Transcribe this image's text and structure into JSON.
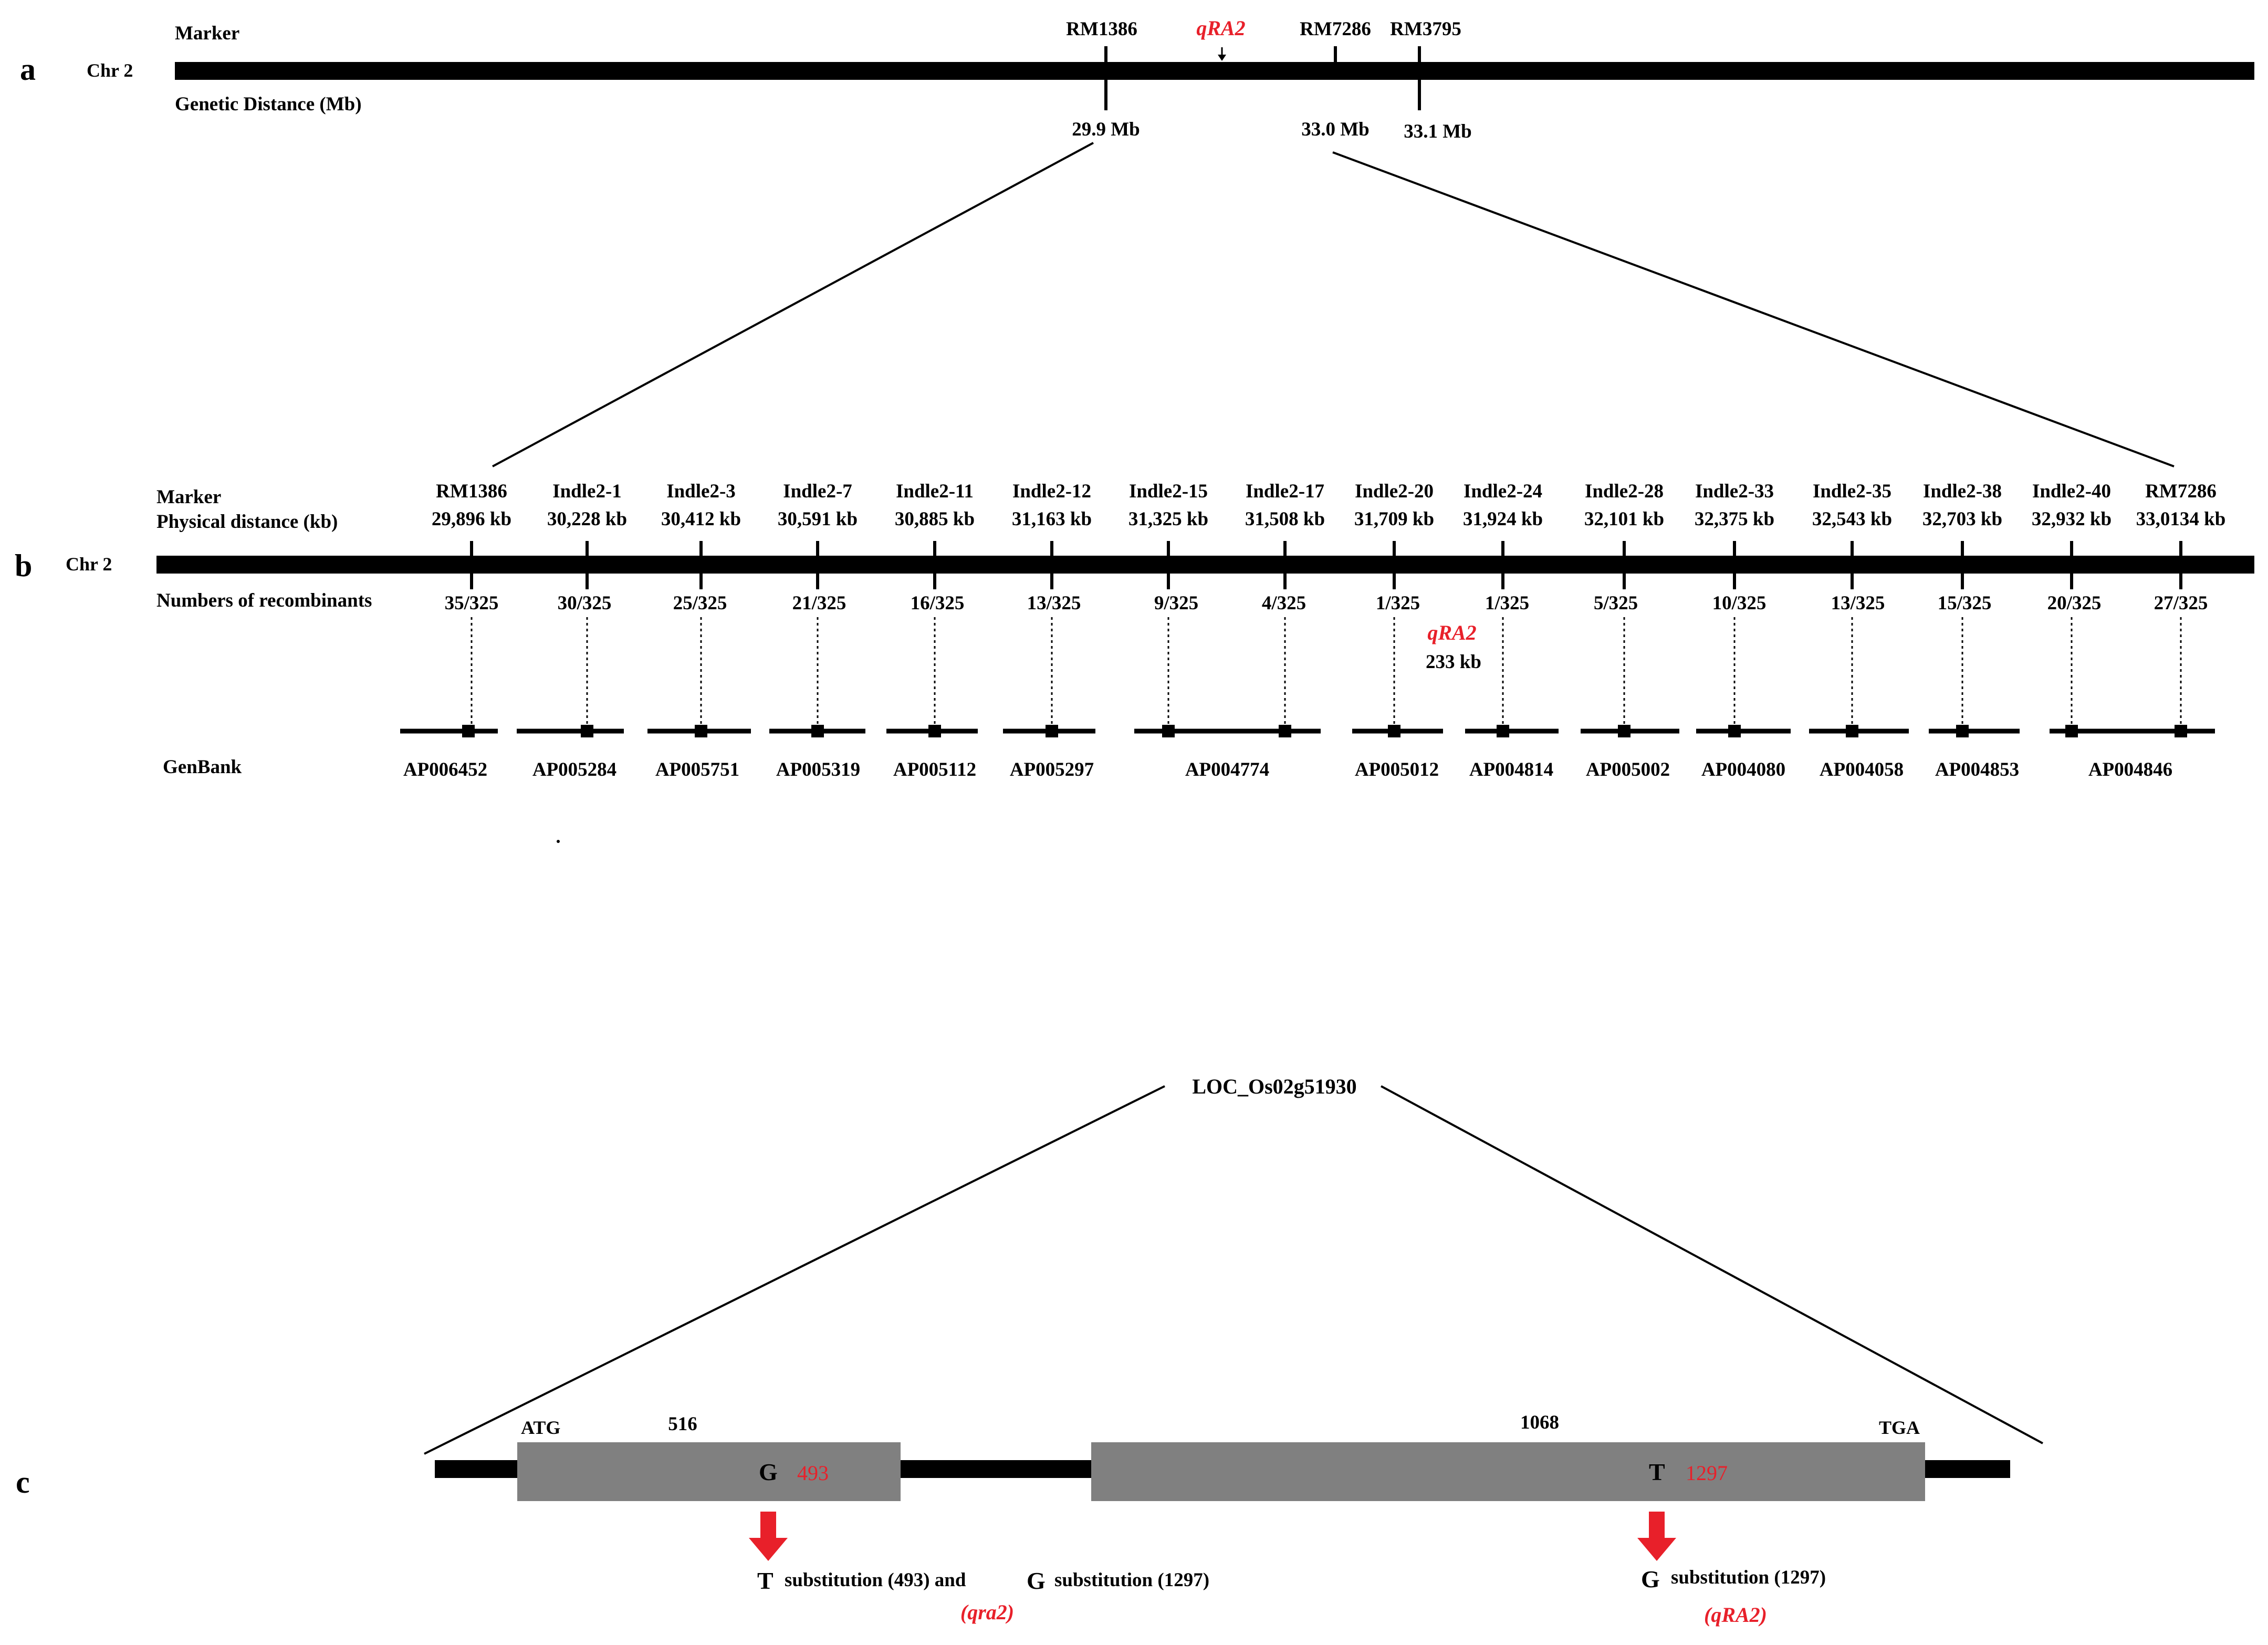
{
  "panel_a": {
    "letter": "a",
    "chr": "Chr 2",
    "marker_label": "Marker",
    "distance_label": "Genetic Distance  (Mb)",
    "markers": [
      {
        "name": "RM1386",
        "position": "29.9 Mb"
      },
      {
        "name": "RM7286",
        "position": "33.0 Mb"
      },
      {
        "name": "RM3795",
        "position": "33.1 Mb"
      }
    ],
    "qtl": "qRA2"
  },
  "panel_b": {
    "letter": "b",
    "chr": "Chr 2",
    "marker_label": "Marker",
    "distance_label": "Physical distance (kb)",
    "recombinant_label": "Numbers of recombinants",
    "genbank_label": "GenBank",
    "markers": [
      {
        "name": "RM1386",
        "distance": "29,896 kb",
        "recombinants": "35/325"
      },
      {
        "name": "Indle2-1",
        "distance": "30,228 kb",
        "recombinants": "30/325"
      },
      {
        "name": "Indle2-3",
        "distance": "30,412 kb",
        "recombinants": "25/325"
      },
      {
        "name": "Indle2-7",
        "distance": "30,591 kb",
        "recombinants": "21/325"
      },
      {
        "name": "Indle2-11",
        "distance": "30,885 kb",
        "recombinants": "16/325"
      },
      {
        "name": "Indle2-12",
        "distance": "31,163 kb",
        "recombinants": "13/325"
      },
      {
        "name": "Indle2-15",
        "distance": "31,325 kb",
        "recombinants": "9/325"
      },
      {
        "name": "Indle2-17",
        "distance": "31,508 kb",
        "recombinants": "4/325"
      },
      {
        "name": "Indle2-20",
        "distance": "31,709 kb",
        "recombinants": "1/325"
      },
      {
        "name": "Indle2-24",
        "distance": "31,924 kb",
        "recombinants": "1/325"
      },
      {
        "name": "Indle2-28",
        "distance": "32,101 kb",
        "recombinants": "5/325"
      },
      {
        "name": "Indle2-33",
        "distance": "32,375 kb",
        "recombinants": "10/325"
      },
      {
        "name": "Indle2-35",
        "distance": "32,543 kb",
        "recombinants": "13/325"
      },
      {
        "name": "Indle2-38",
        "distance": "32,703 kb",
        "recombinants": "15/325"
      },
      {
        "name": "Indle2-40",
        "distance": "32,932 kb",
        "recombinants": "20/325"
      },
      {
        "name": "RM7286",
        "distance": "33,0134 kb",
        "recombinants": "27/325"
      }
    ],
    "qtl": "qRA2",
    "qtl_size": "233 kb",
    "genbank": [
      "AP006452",
      "AP005284",
      "AP005751",
      "AP005319",
      "AP005112",
      "AP005297",
      "AP004774",
      "AP005012",
      "AP004814",
      "AP005002",
      "AP004080",
      "AP004058",
      "AP004853",
      "AP004846"
    ]
  },
  "panel_c": {
    "letter": "c",
    "gene": "LOC_Os02g51930",
    "start_codon": "ATG",
    "stop_codon": "TGA",
    "exon1_length": "516",
    "exon2_length": "1068",
    "snp1_base": "G",
    "snp1_pos": "493",
    "snp2_base": "T",
    "snp2_pos": "1297",
    "allele1": {
      "base1": "T",
      "text1": "substitution (493) and",
      "base2": "G",
      "text2": "substitution (1297)",
      "name": "(qra2)"
    },
    "allele2": {
      "base": "G",
      "text": "substitution (1297)",
      "name": "(qRA2)"
    },
    "colors": {
      "exon": "#808080",
      "arrow": "#e8202a",
      "highlight": "#e8202a"
    }
  }
}
